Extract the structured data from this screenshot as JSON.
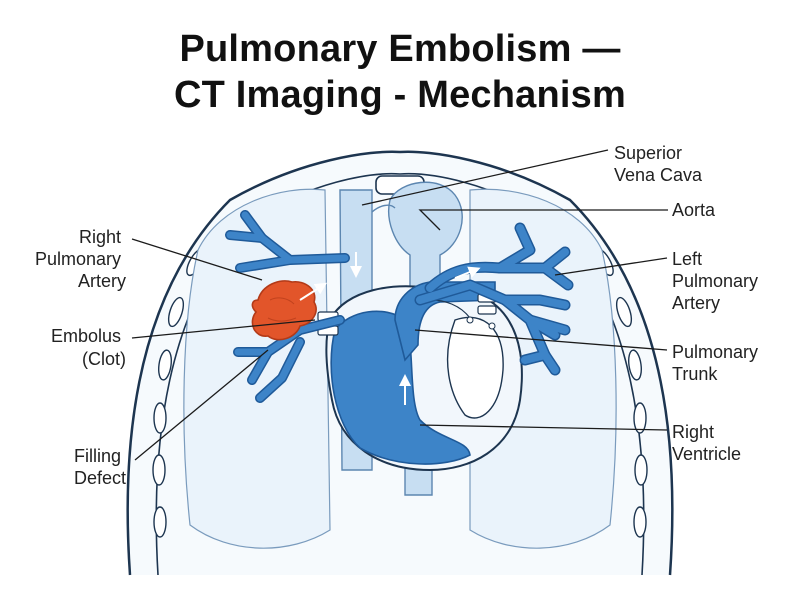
{
  "title": {
    "line1": "Pulmonary Embolism —",
    "line2": "CT Imaging - Mechanism"
  },
  "labels": {
    "right_pulmonary_artery": [
      "Right",
      "Pulmonary",
      "Artery"
    ],
    "embolus": [
      "Embolus",
      "(Clot)"
    ],
    "filling_defect": [
      "Filling",
      "Defect"
    ],
    "superior_vena_cava": [
      "Superior",
      "Vena Cava"
    ],
    "aorta": [
      "Aorta"
    ],
    "left_pulmonary_artery": [
      "Left",
      "Pulmonary",
      "Artery"
    ],
    "pulmonary_trunk": [
      "Pulmonary",
      "Trunk"
    ],
    "right_ventricle": [
      "Right",
      "Ventricle"
    ]
  },
  "colors": {
    "vessel_blue": "#3d84c8",
    "vessel_outline": "#1f5a99",
    "clot_red": "#e2552a",
    "lung_fill": "#eaf3fb",
    "pale_vessel": "#c7def2",
    "outline": "#1d3550"
  }
}
